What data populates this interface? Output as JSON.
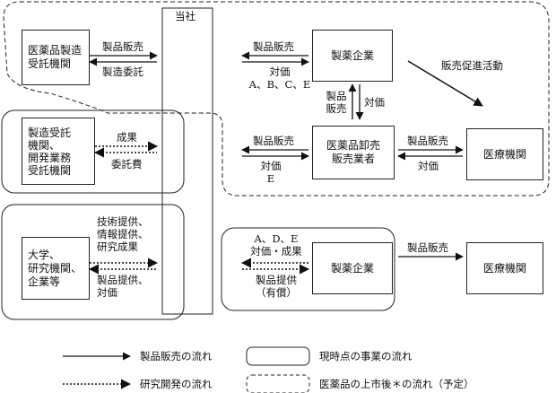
{
  "company_label": "当社",
  "nodes": {
    "cmo": "医薬品製造\n受託機関",
    "pharma_top": "製薬企業",
    "cro": "製造受託\n機関、\n開発業務\n受託機関",
    "wholesaler": "医薬品卸売\n販売業者",
    "medical_mid": "医療機関",
    "university": "大学、\n研究機関、\n企業等",
    "pharma_bottom": "製薬企業",
    "medical_bottom": "医療機関"
  },
  "labels": {
    "cmo_sales": "製品販売",
    "cmo_consign": "製造委託",
    "top_sales": "製品販売",
    "top_payment": "対価\nA、B、C、E",
    "promotion": "販売促進活動",
    "vert_sales": "製品\n販売",
    "vert_payment": "対価",
    "cro_result": "成果",
    "cro_fee": "委託費",
    "mid_sales": "製品販売",
    "mid_payment": "対価\nE",
    "whole_sales": "製品販売",
    "whole_payment": "対価",
    "univ_offer": "技術提供、\n情報提供、\n研究成果",
    "univ_product": "製品提供、\n対価",
    "bot_payment": "A、D、E\n対価・成果",
    "bot_product": "製品提供\n（有償）",
    "bot_sales": "製品販売"
  },
  "legend": {
    "solid": "製品販売の流れ",
    "dotted": "研究開発の流れ",
    "current": "現時点の事業の流れ",
    "future": "医薬品の上市後＊の流れ（予定）"
  }
}
